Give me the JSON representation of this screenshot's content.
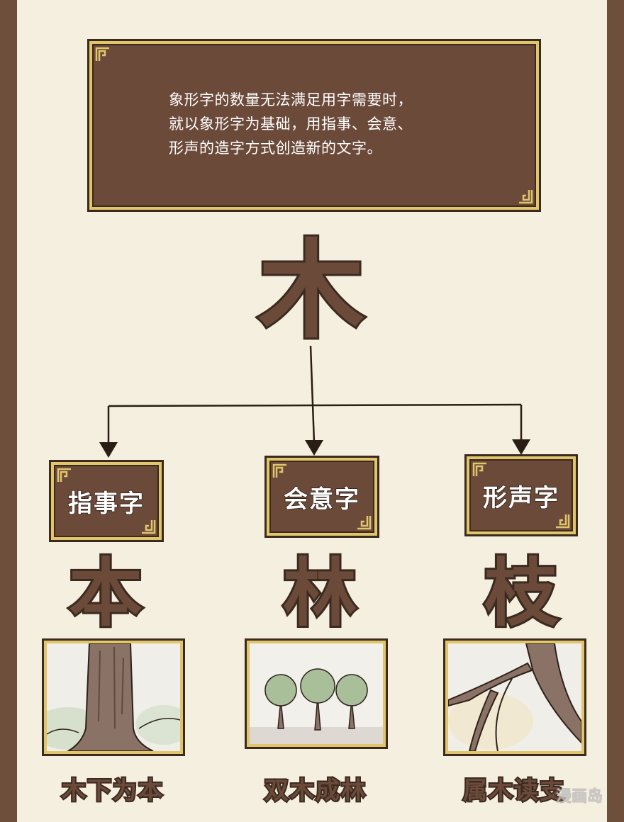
{
  "intro": {
    "lines": [
      "象形字的数量无法满足用字需要时，",
      "就以象形字为基础，用指事、会意、",
      "形声的造字方式创造新的文字。"
    ]
  },
  "root": {
    "char": "木"
  },
  "branches": [
    {
      "label": "指事字",
      "char": "本",
      "caption": "木下为本",
      "scene": "tree-trunk"
    },
    {
      "label": "会意字",
      "char": "林",
      "caption": "双木成林",
      "scene": "small-trees"
    },
    {
      "label": "形声字",
      "char": "枝",
      "caption": "属木读支",
      "scene": "branch"
    }
  ],
  "watermark": "漫画岛",
  "colors": {
    "frame": "#6b4a3a",
    "gold": "#e1c56a",
    "background": "#f4efdf",
    "border": "#6e4f3c",
    "ink": "#3b2a1f"
  }
}
